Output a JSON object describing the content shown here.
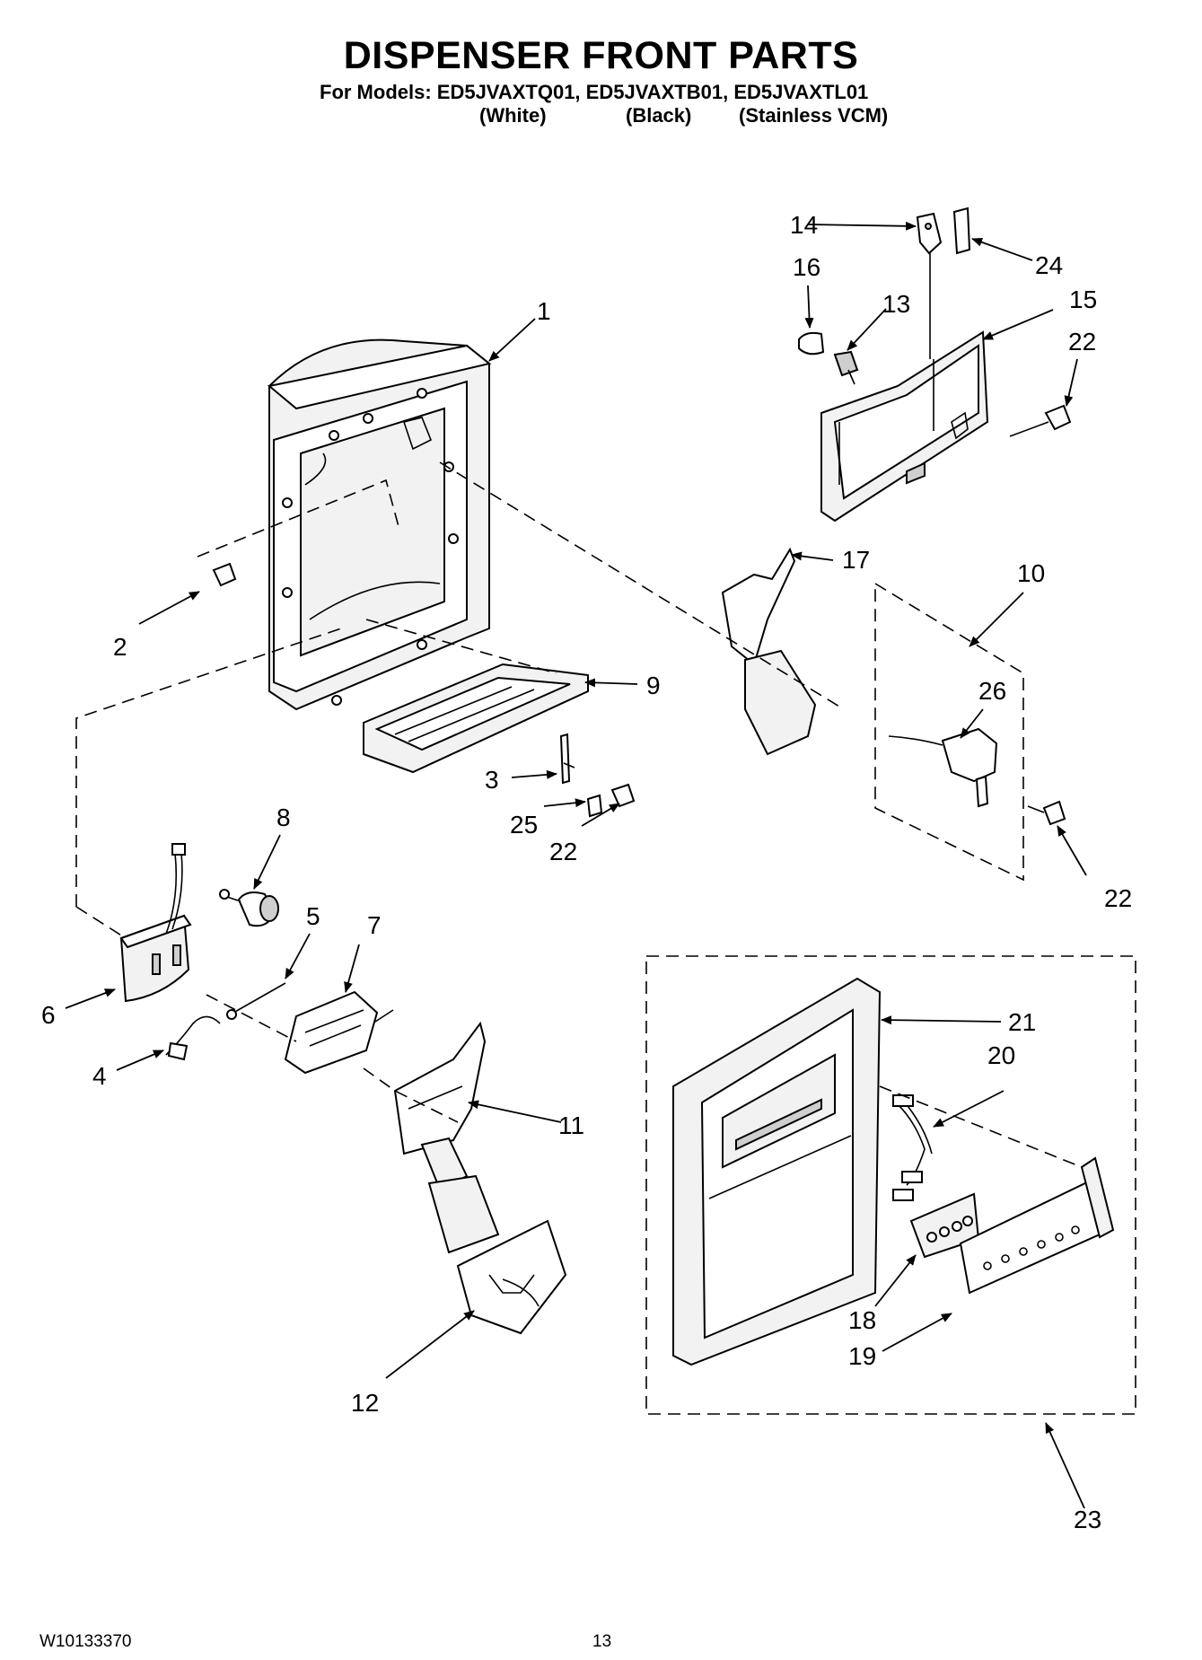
{
  "header": {
    "title": "DISPENSER FRONT PARTS",
    "models_line": "For Models: ED5JVAXTQ01, ED5JVAXTB01, ED5JVAXTL01",
    "variants": [
      "(White)",
      "(Black)",
      "(Stainless VCM)"
    ]
  },
  "callouts": {
    "c1": "1",
    "c2": "2",
    "c3": "3",
    "c4": "4",
    "c5": "5",
    "c6": "6",
    "c7": "7",
    "c8": "8",
    "c9": "9",
    "c10": "10",
    "c11": "11",
    "c12": "12",
    "c13": "13",
    "c14": "14",
    "c15": "15",
    "c16": "16",
    "c17": "17",
    "c18": "18",
    "c19": "19",
    "c20": "20",
    "c21": "21",
    "c22a": "22",
    "c22b": "22",
    "c22c": "22",
    "c23": "23",
    "c24": "24",
    "c25": "25",
    "c26": "26"
  },
  "footer": {
    "doc_number": "W10133370",
    "page_number": "13"
  }
}
